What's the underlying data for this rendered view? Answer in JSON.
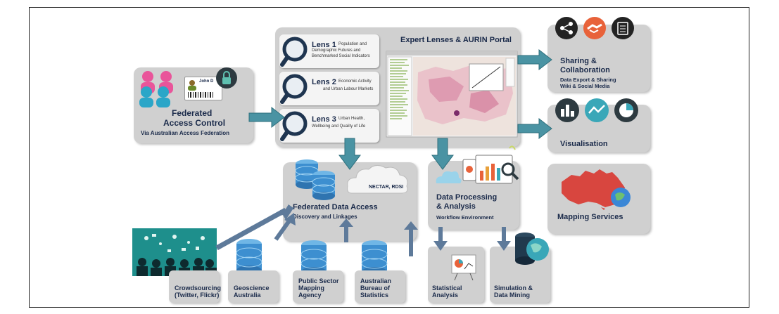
{
  "access": {
    "title_line1": "Federated",
    "title_line2": "Access Control",
    "subtitle": "Via Australian Access Federation",
    "card_name": "John D"
  },
  "portal": {
    "title": "Expert Lenses & AURIN Portal",
    "lenses": [
      {
        "label": "Lens 1",
        "desc1": "Population and",
        "desc2": "Demographic Futures and",
        "desc3": "Benchmarked Social Indicators"
      },
      {
        "label": "Lens 2",
        "desc1": "Economic Activity",
        "desc2": "and Urban Labour Markets",
        "desc3": ""
      },
      {
        "label": "Lens 3",
        "desc1": "Urban Health,",
        "desc2": "Wellbeing and Quality of Life",
        "desc3": ""
      }
    ]
  },
  "sharing": {
    "title_line1": "Sharing &",
    "title_line2": "Collaboration",
    "sub1": "Data Export & Sharing",
    "sub2": "Wiki & Social Media"
  },
  "visualisation": {
    "title": "Visualisation"
  },
  "mapping": {
    "title": "Mapping Services"
  },
  "federated_data": {
    "title": "Federated Data Access",
    "subtitle": "Discovery and Linkages",
    "cloud_label": "NECTAR, RDSI"
  },
  "processing": {
    "title_line1": "Data Processing",
    "title_line2": "& Analysis",
    "subtitle": "Workflow Environment"
  },
  "sources": [
    {
      "line1": "Crowdsourcing",
      "line2": "(Twitter, Flickr)",
      "line3": ""
    },
    {
      "line1": "Geoscience",
      "line2": "Australia",
      "line3": ""
    },
    {
      "line1": "Public Sector",
      "line2": "Mapping",
      "line3": "Agency"
    },
    {
      "line1": "Australian",
      "line2": "Bureau of",
      "line3": "Statistics"
    }
  ],
  "outputs": [
    {
      "line1": "Statistical",
      "line2": "Analysis"
    },
    {
      "line1": "Simulation &",
      "line2": "Data Mining"
    }
  ],
  "colors": {
    "panel": "#d0d0d0",
    "arrow_teal": "#4a93a3",
    "arrow_slate": "#5e7a9a",
    "db_blue": "#3d8fd0",
    "title_navy": "#1a2a4a"
  }
}
